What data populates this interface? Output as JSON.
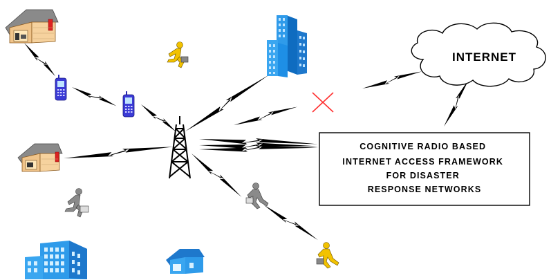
{
  "internet_label": "INTERNET",
  "framework_box": {
    "lines": [
      "COGNITIVE RADIO BASED",
      "INTERNET ACCESS FRAMEWORK",
      "FOR DISASTER",
      "RESPONSE NETWORKS"
    ]
  },
  "icons": {
    "cell_tower": "cell-tower-icon",
    "house": "house-icon",
    "office_building": "office-building-icon",
    "skyscraper": "skyscraper-icon",
    "mobile_phone": "mobile-phone-icon",
    "person_running": "person-running-icon",
    "cloud": "cloud-icon",
    "link_broken": "red-x-icon",
    "wireless_link": "lightning-link-icon"
  },
  "colors": {
    "broken_link": "#ff3030",
    "building_blue": "#2f9bea",
    "skyscraper_blue": "#1e8fe6",
    "house_wall": "#f0c48a",
    "house_roof": "#8a8a8a",
    "person_yellow": "#f2c200",
    "person_gray": "#8a8a8a",
    "phone_blue": "#3b3bd6"
  }
}
